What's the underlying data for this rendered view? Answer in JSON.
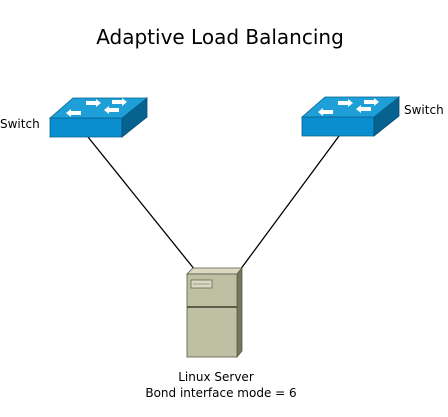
{
  "diagram": {
    "title": "Adaptive Load Balancing",
    "nodes": {
      "switch_left": {
        "label": "Switch",
        "type": "network-switch"
      },
      "switch_right": {
        "label": "Switch",
        "type": "network-switch"
      },
      "server": {
        "label_line1": "Linux Server",
        "label_line2": "Bond interface mode = 6",
        "type": "tower-server"
      }
    },
    "links": [
      {
        "from": "switch_left",
        "to": "server"
      },
      {
        "from": "switch_right",
        "to": "server"
      }
    ]
  },
  "colors": {
    "switch_top": "#1e9fd8",
    "switch_front": "#0a8ecf",
    "switch_side": "#06628e",
    "switch_arrows": "#ffffff",
    "server_front": "#bfbfa3",
    "server_side": "#76765b",
    "server_top": "#d9d9c4",
    "link": "#000000"
  }
}
